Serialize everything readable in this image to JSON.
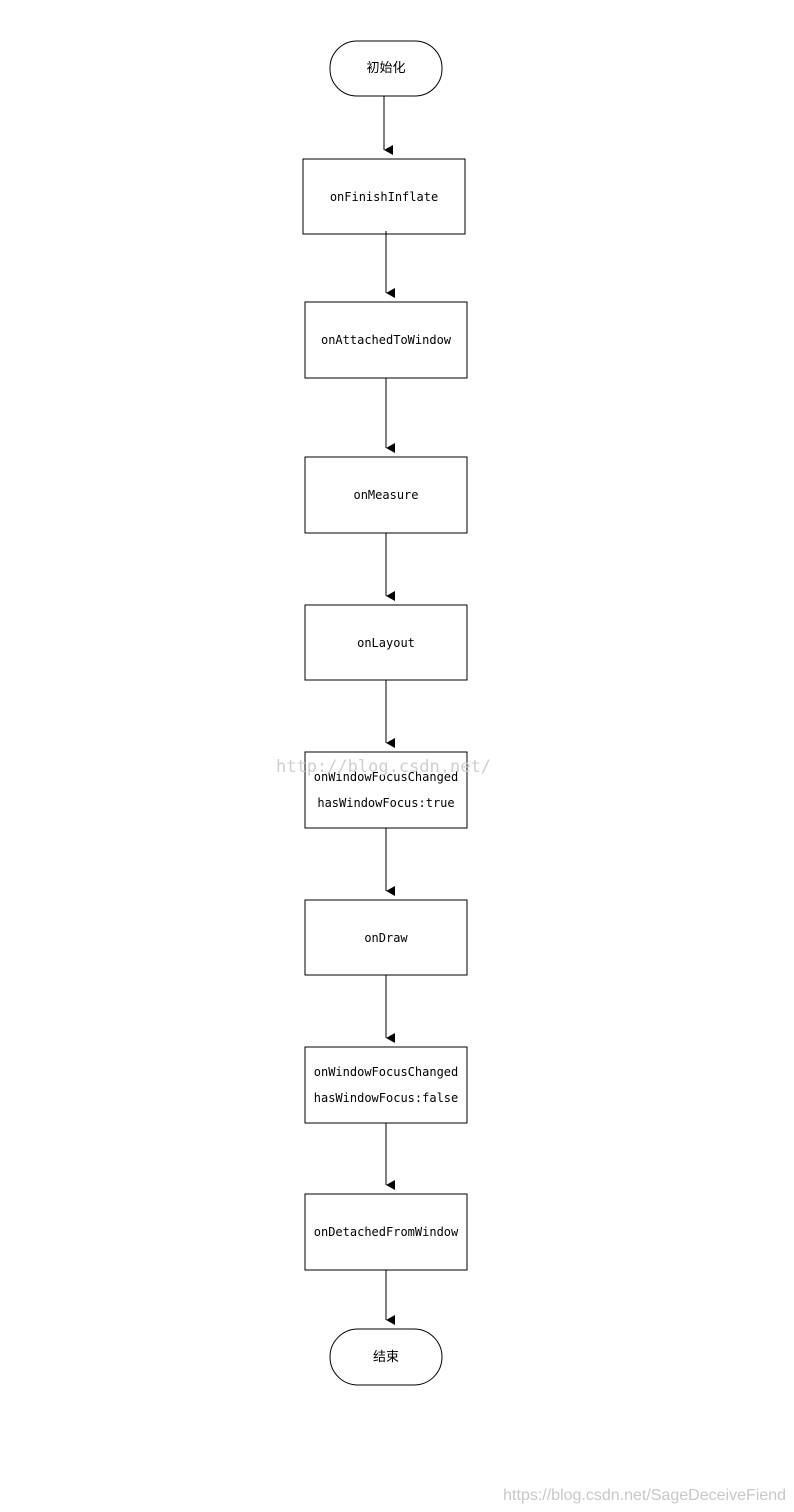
{
  "nodes": {
    "start": "初始化",
    "finish_inflate": "onFinishInflate",
    "attached": "onAttachedToWindow",
    "measure": "onMeasure",
    "layout": "onLayout",
    "focus_true_1": "onWindowFocusChanged",
    "focus_true_2": "hasWindowFocus:true",
    "draw": "onDraw",
    "focus_false_1": "onWindowFocusChanged",
    "focus_false_2": "hasWindowFocus:false",
    "detached": "onDetachedFromWindow",
    "end": "结束"
  },
  "watermarks": {
    "middle": "http://blog.csdn.net/",
    "bottom": "https://blog.csdn.net/SageDeceiveFiend"
  }
}
